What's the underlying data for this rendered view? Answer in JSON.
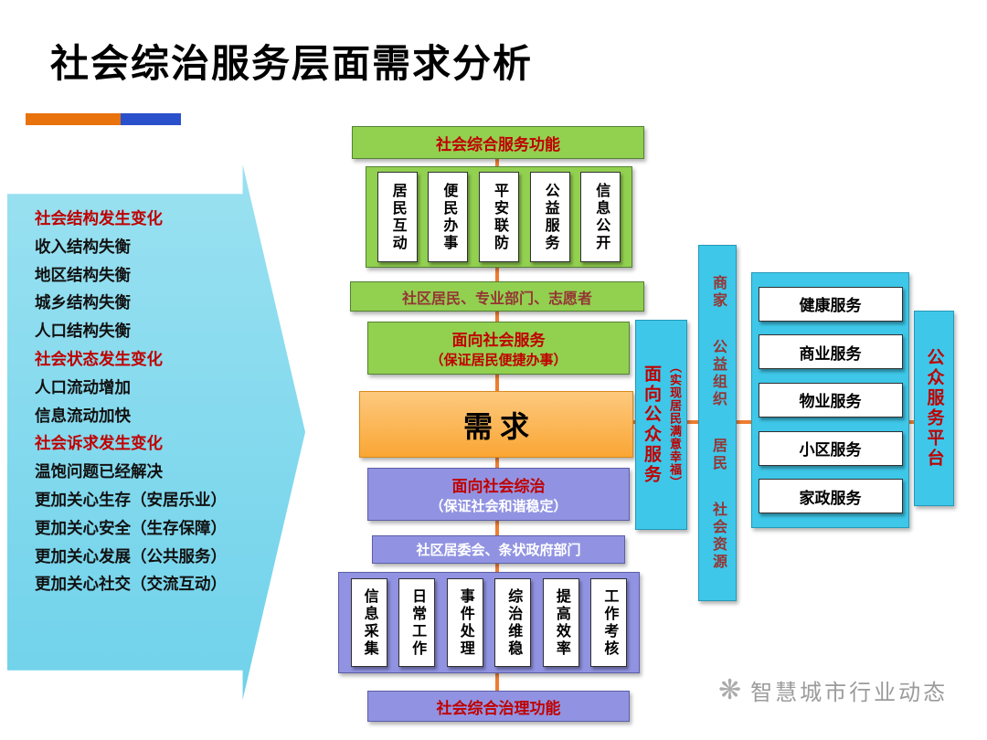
{
  "title": "社会综治服务层面需求分析",
  "accent_bar": {
    "orange": "#E8730C",
    "blue": "#2B50CC"
  },
  "colors": {
    "emphasis_red": "#C00000",
    "maroon": "#943634",
    "green": "#92D050",
    "purple": "#9193E2",
    "cyan": "#3EC7E9",
    "arrow_cyan": "#7ED7EC",
    "demand_orange": "#FAA634",
    "connector_orange": "#ED7D31"
  },
  "left_panel": {
    "items": [
      {
        "text": "社会结构发生变化",
        "emphasis": true
      },
      {
        "text": "收入结构失衡",
        "emphasis": false
      },
      {
        "text": "地区结构失衡",
        "emphasis": false
      },
      {
        "text": "城乡结构失衡",
        "emphasis": false
      },
      {
        "text": "人口结构失衡",
        "emphasis": false
      },
      {
        "text": "社会状态发生变化",
        "emphasis": true
      },
      {
        "text": "人口流动增加",
        "emphasis": false
      },
      {
        "text": "信息流动加快",
        "emphasis": false
      },
      {
        "text": "社会诉求发生变化",
        "emphasis": true
      },
      {
        "text": "温饱问题已经解决",
        "emphasis": false
      },
      {
        "text": "更加关心生存（安居乐业）",
        "emphasis": false
      },
      {
        "text": "更加关心安全（生存保障）",
        "emphasis": false
      },
      {
        "text": "更加关心发展（公共服务）",
        "emphasis": false
      },
      {
        "text": "更加关心社交（交流互动）",
        "emphasis": false
      }
    ]
  },
  "center": {
    "service_header": "社会综合服务功能",
    "service_functions": [
      "居民互动",
      "便民办事",
      "平安联防",
      "公益服务",
      "信息公开"
    ],
    "service_actors": "社区居民、专业部门、志愿者",
    "society_service": {
      "title": "面向社会服务",
      "subtitle": "（保证居民便捷办事）"
    },
    "demand": "需求",
    "governance": {
      "title": "面向社会综治",
      "subtitle": "（保证社会和谐稳定）"
    },
    "governance_actors": "社区居委会、条状政府部门",
    "governance_functions": [
      "信息采集",
      "日常工作",
      "事件处理",
      "综治维稳",
      "提高效率",
      "工作考核"
    ],
    "governance_header": "社会综合治理功能"
  },
  "right": {
    "public_facing": {
      "title": "面向公众服务",
      "subtitle": "（实现居民满意幸福）"
    },
    "resources": [
      "商家",
      "公益组织",
      "居民",
      "社会资源"
    ],
    "services": [
      "健康服务",
      "商业服务",
      "物业服务",
      "小区服务",
      "家政服务"
    ],
    "platform": "公众服务平台"
  },
  "watermark": {
    "icon_glyph": "❋",
    "text": "智慧城市行业动态"
  }
}
